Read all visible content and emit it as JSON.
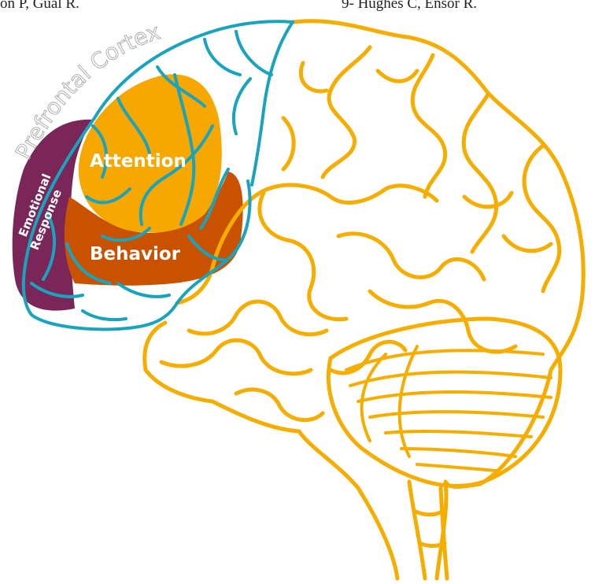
{
  "references": {
    "left": "on P,  Gual R.",
    "right": "9- Hughes C, Ensor R."
  },
  "diagram": {
    "cortex_label": "Prefrontal Cortex",
    "regions": {
      "attention": "Attention",
      "behavior": "Behavior",
      "emotional_line1": "Emotional",
      "emotional_line2": "Response"
    }
  },
  "colors": {
    "brain_outline": "#f5ad00",
    "prefrontal_vessels": "#1aa3bd",
    "attention": "#f6a800",
    "behavior": "#c95200",
    "emotional_response": "#7a2658"
  }
}
